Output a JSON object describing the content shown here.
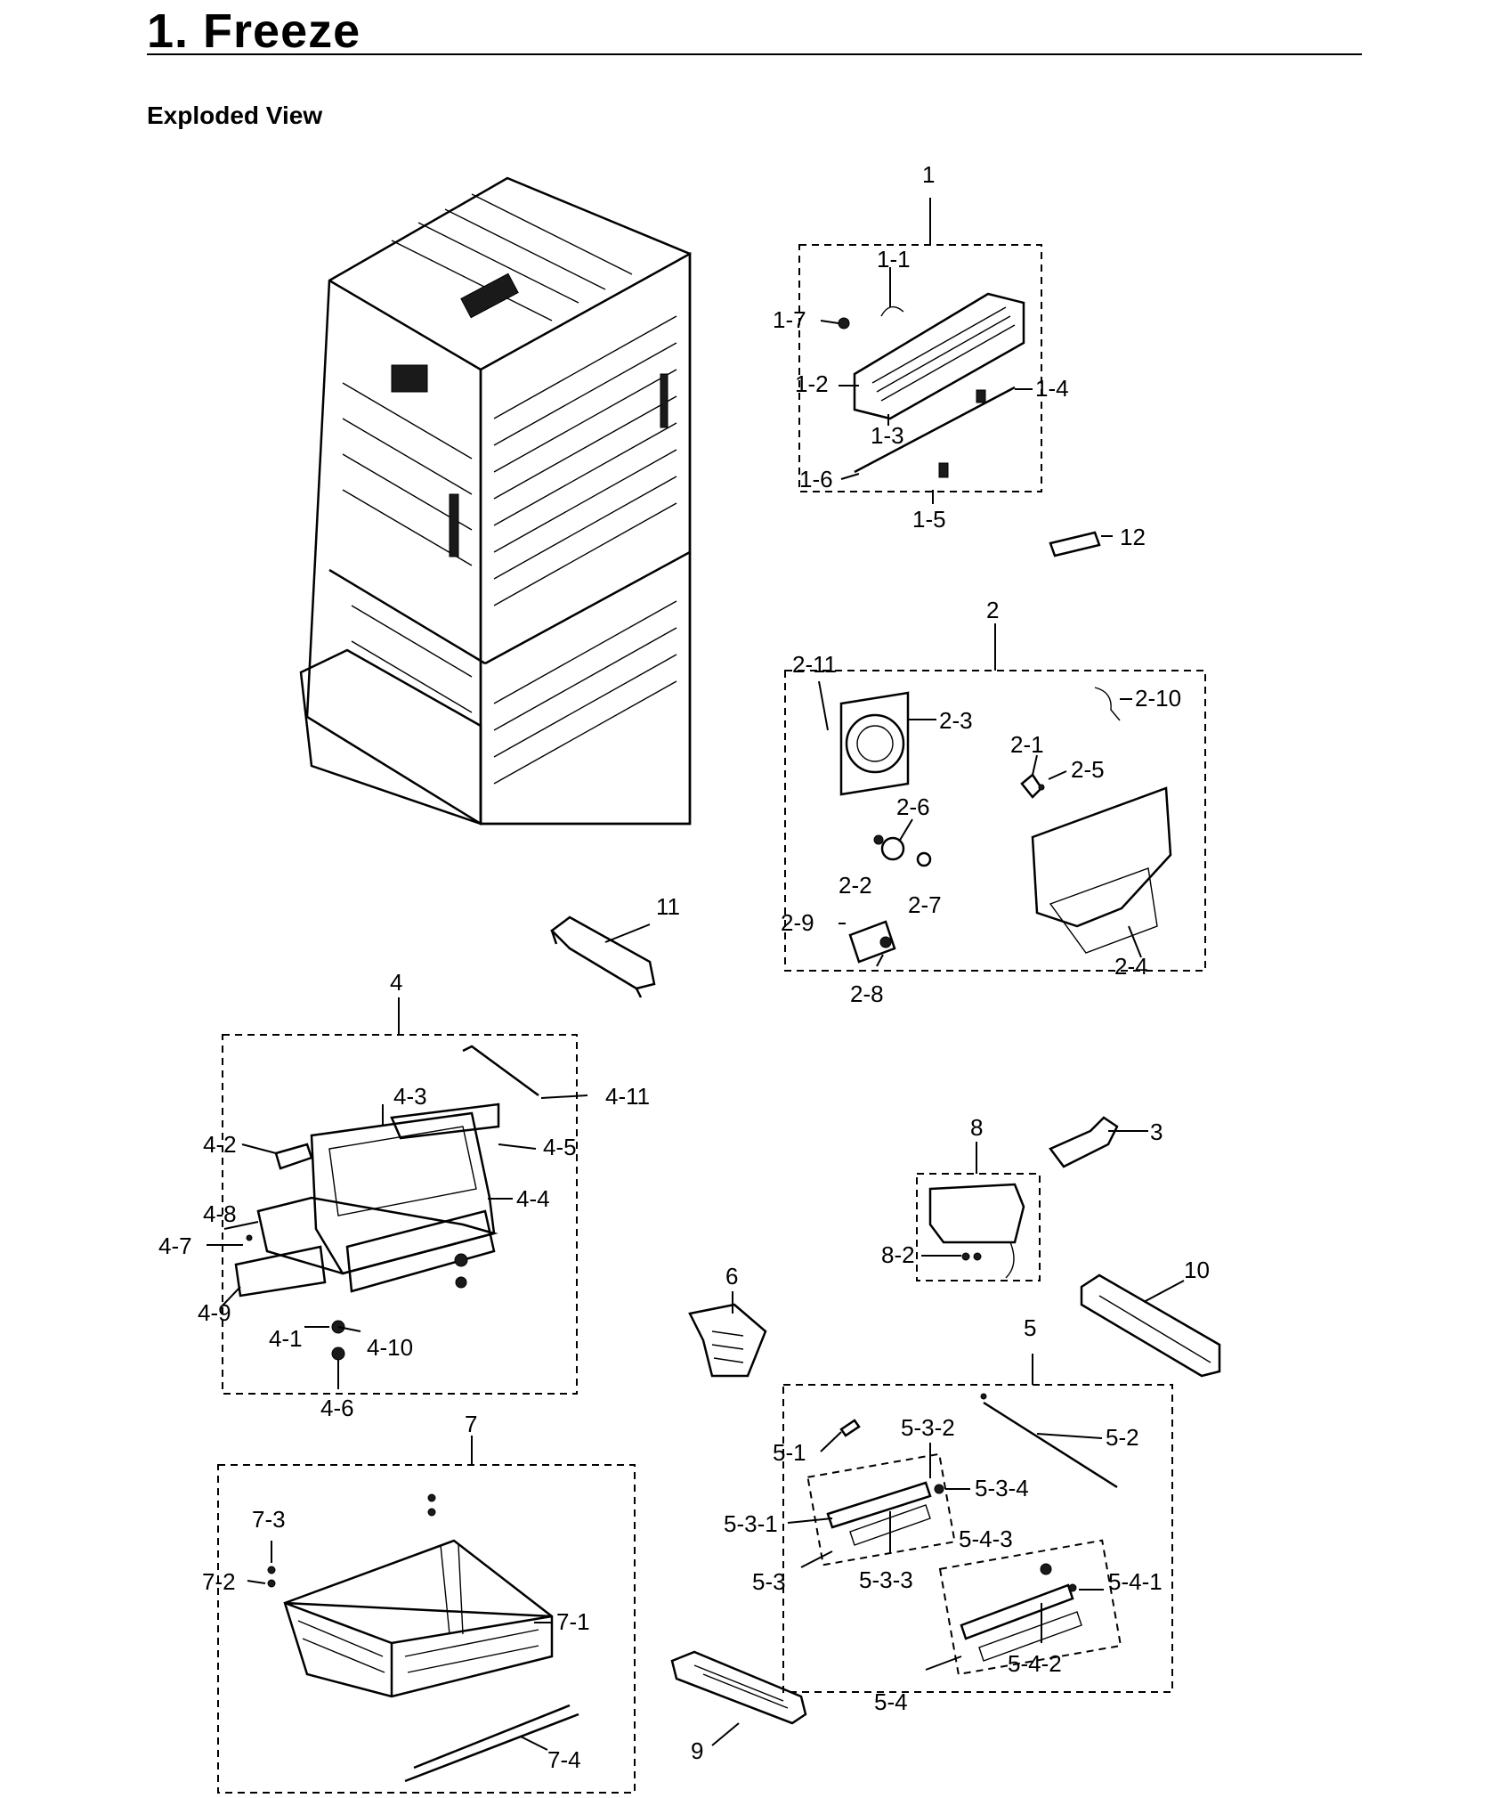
{
  "page": {
    "title": "1.  Freeze",
    "subtitle": "Exploded View"
  },
  "callouts": [
    "1",
    "1-1",
    "1-7",
    "1-2",
    "1-4",
    "1-3",
    "1-6",
    "1-5",
    "12",
    "2",
    "2-11",
    "2-10",
    "2-3",
    "2-1",
    "2-5",
    "2-6",
    "2-2",
    "2-7",
    "2-9",
    "2-4",
    "2-8",
    "11",
    "4",
    "4-11",
    "4-3",
    "4-2",
    "4-5",
    "4-8",
    "4-4",
    "4-7",
    "4-9",
    "4-1",
    "4-10",
    "4-6",
    "8",
    "3",
    "8-2",
    "6",
    "10",
    "5",
    "7",
    "5-3-2",
    "5-2",
    "5-1",
    "5-3-4",
    "7-3",
    "5-3-1",
    "5-4-3",
    "7-2",
    "5-3",
    "5-3-3",
    "5-4-1",
    "7-1",
    "5-4-2",
    "5-4",
    "9",
    "7-4"
  ],
  "colors": {
    "ink": "#000000",
    "background": "#ffffff"
  }
}
